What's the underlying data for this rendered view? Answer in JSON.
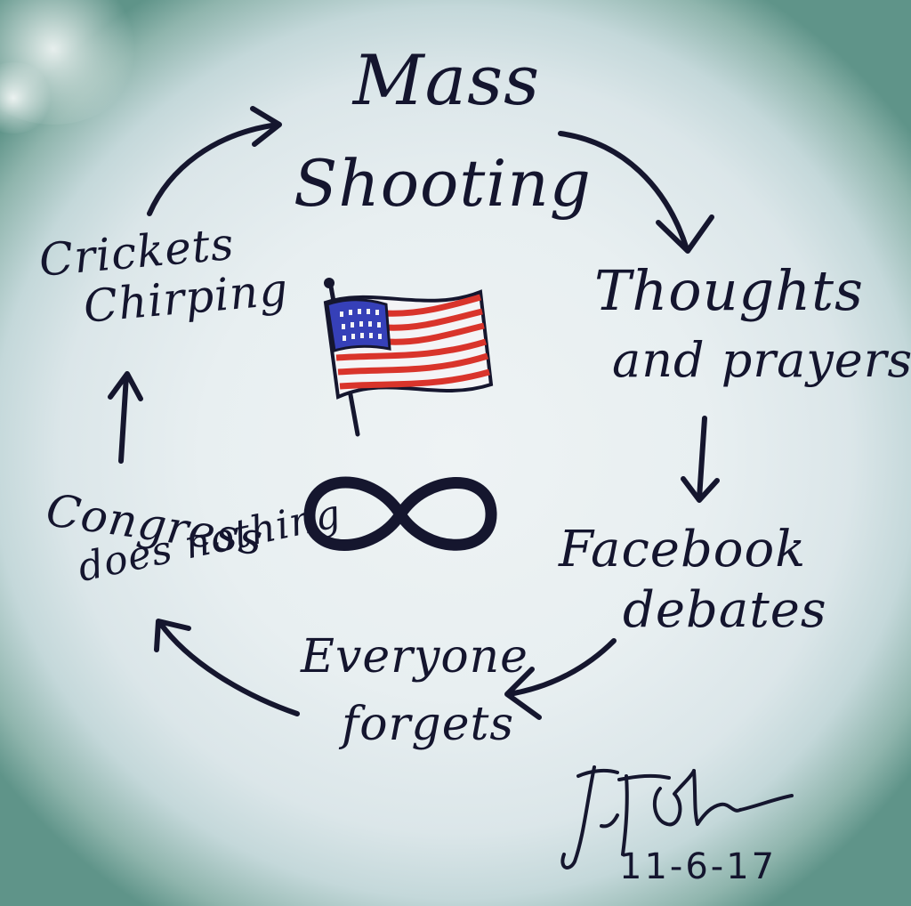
{
  "colors": {
    "ink": "#15162e",
    "board": "#e8eff1",
    "flag_red": "#d9342b",
    "flag_blue": "#3640b8",
    "flag_white": "#f4f4f6"
  },
  "cycle": {
    "nodes": [
      {
        "id": "mass-shooting",
        "lines": [
          "Mass",
          "Shooting"
        ]
      },
      {
        "id": "thoughts-and-prayers",
        "lines": [
          "Thoughts",
          "and prayers"
        ]
      },
      {
        "id": "facebook-debates",
        "lines": [
          "Facebook",
          "debates"
        ]
      },
      {
        "id": "everyone-forgets",
        "lines": [
          "Everyone",
          "forgets"
        ]
      },
      {
        "id": "congress-does-nothing",
        "lines": [
          "Congress",
          "does nothing"
        ]
      },
      {
        "id": "crickets-chirping",
        "lines": [
          "Crickets",
          "Chirping"
        ]
      }
    ],
    "edges": [
      [
        "mass-shooting",
        "thoughts-and-prayers"
      ],
      [
        "thoughts-and-prayers",
        "facebook-debates"
      ],
      [
        "facebook-debates",
        "everyone-forgets"
      ],
      [
        "everyone-forgets",
        "congress-does-nothing"
      ],
      [
        "congress-does-nothing",
        "crickets-chirping"
      ],
      [
        "crickets-chirping",
        "mass-shooting"
      ]
    ]
  },
  "center": {
    "icons": [
      "us-flag-icon",
      "infinity-icon"
    ]
  },
  "signature": {
    "name": "J. T. Adams",
    "date": "11-6-17"
  }
}
